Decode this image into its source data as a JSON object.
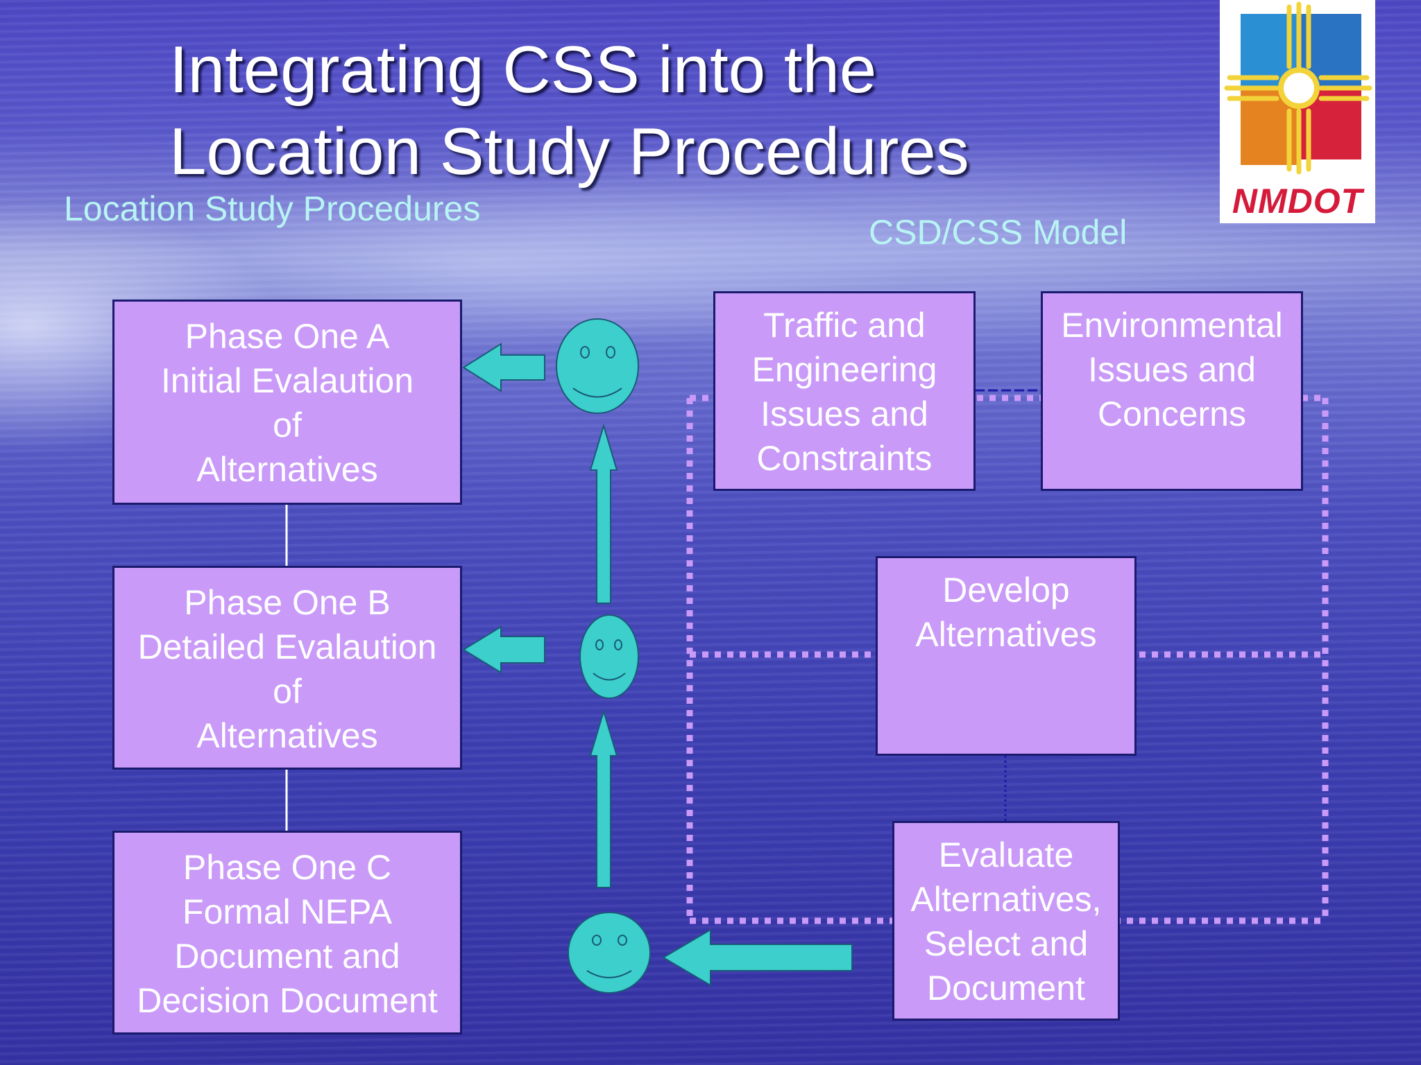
{
  "title": {
    "line1": "Integrating CSS into the",
    "line2": "Location Study Procedures"
  },
  "left_heading": "Location Study Procedures",
  "right_heading": "CSD/CSS Model",
  "logo": {
    "text": "NMDOT",
    "icon": "zia-sun-logo"
  },
  "phases": [
    {
      "lines": [
        "Phase One A",
        "Initial Evalaution",
        "of",
        "Alternatives"
      ]
    },
    {
      "lines": [
        "Phase One B",
        "Detailed Evalaution",
        "of",
        "Alternatives"
      ]
    },
    {
      "lines": [
        "Phase One C",
        "Formal NEPA",
        "Document and",
        "Decision Document"
      ]
    }
  ],
  "model": {
    "traffic": {
      "lines": [
        "Traffic and",
        "Engineering",
        "Issues and",
        "Constraints"
      ]
    },
    "environmental": {
      "lines": [
        "Environmental",
        "Issues and",
        "Concerns"
      ]
    },
    "develop": {
      "lines": [
        "Develop",
        "Alternatives"
      ]
    },
    "evaluate": {
      "lines": [
        "Evaluate",
        "Alternatives,",
        "Select and",
        "Document"
      ]
    }
  },
  "colors": {
    "box_fill": "#c99af8",
    "box_border": "#1a1a6e",
    "arrow_fill": "#3ccfcb",
    "heading_text": "#b8f4f4",
    "dotted_frame": "#c99af8"
  }
}
